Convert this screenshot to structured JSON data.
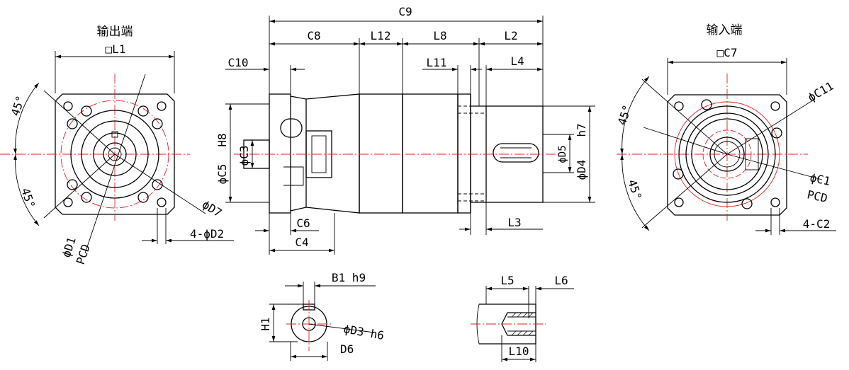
{
  "views": {
    "output_end": "输出端",
    "input_end": "输入端"
  },
  "dims": {
    "L1": "□L1",
    "C7": "□C7",
    "angle": "45°",
    "D1": "ϕD1",
    "pcd": "PCD",
    "D7": "ϕD7",
    "D2": "4-ϕD2",
    "C9": "C9",
    "C8": "C8",
    "L12": "L12",
    "L8": "L8",
    "L2": "L2",
    "C10": "C10",
    "L11": "L11",
    "L4": "L4",
    "H8": "H8",
    "C3": "ϕC3",
    "C5": "ϕC5",
    "D5": "ϕD5",
    "h7": "h7",
    "D4": "ϕD4",
    "C6": "C6",
    "C4": "C4",
    "L3": "L3",
    "C11": "ϕC11",
    "C1": "ϕC1",
    "C2": "4-C2",
    "B1": "B1 h9",
    "H1": "H1",
    "D3": "ϕD3 h6",
    "D6": "D6",
    "L5": "L5",
    "L6": "L6",
    "L10": "L10"
  }
}
